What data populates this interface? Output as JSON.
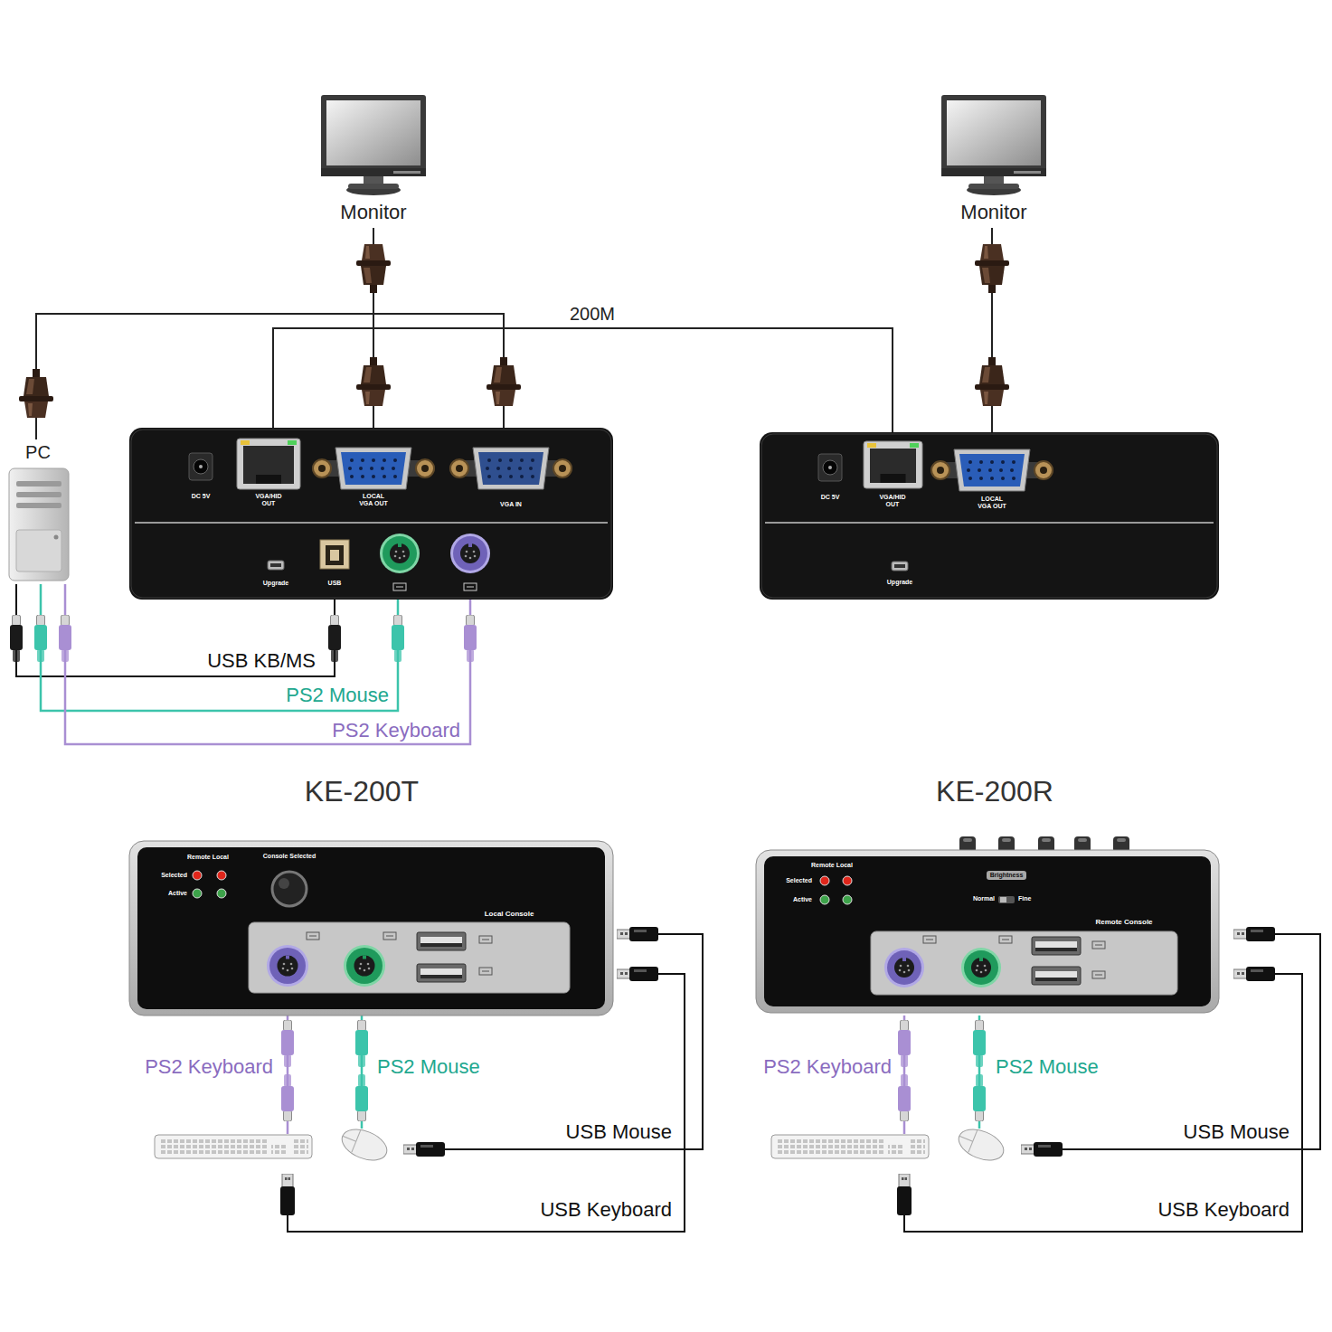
{
  "diagram": {
    "nodes": [
      {
        "text": [
          "Monitor"
        ]
      },
      {
        "text": [
          "Monitor"
        ]
      },
      {
        "text": [
          "PC"
        ]
      },
      {
        "text": [
          "DC 5V",
          "VGA/HID OUT",
          "LOCAL VGA OUT",
          "VGA IN",
          "Upgrade",
          "USB"
        ]
      },
      {
        "text": [
          "DC 5V",
          "VGA/HID OUT",
          "LOCAL VGA OUT",
          "Upgrade"
        ]
      },
      {
        "text": [
          "KE-200T",
          "Remote Local",
          "Selected",
          "Active",
          "Console Selected",
          "Local Console"
        ]
      },
      {
        "text": [
          "KE-200R",
          "Remote Local",
          "Selected",
          "Active",
          "Brightness",
          "Normal",
          "Fine",
          "Remote Console"
        ]
      }
    ],
    "edges": [
      {
        "from": 0,
        "to": 3,
        "arrow": "none"
      },
      {
        "from": 2,
        "to": 3,
        "arrow": "none"
      },
      {
        "from": 3,
        "to": 4,
        "label": "200M",
        "arrow": "none"
      },
      {
        "from": 1,
        "to": 4,
        "arrow": "none"
      },
      {
        "from": 2,
        "to": 3,
        "label": "USB KB/MS",
        "arrow": "none"
      },
      {
        "from": 2,
        "to": 3,
        "label": "PS2 Mouse",
        "arrow": "none"
      },
      {
        "from": 2,
        "to": 3,
        "label": "PS2 Keyboard",
        "arrow": "none"
      }
    ],
    "labels": [
      "PS2 Keyboard",
      "PS2 Mouse",
      "USB Mouse",
      "USB Keyboard",
      "PS2 Keyboard",
      "PS2 Mouse",
      "USB Mouse",
      "USB Keyboard"
    ]
  }
}
